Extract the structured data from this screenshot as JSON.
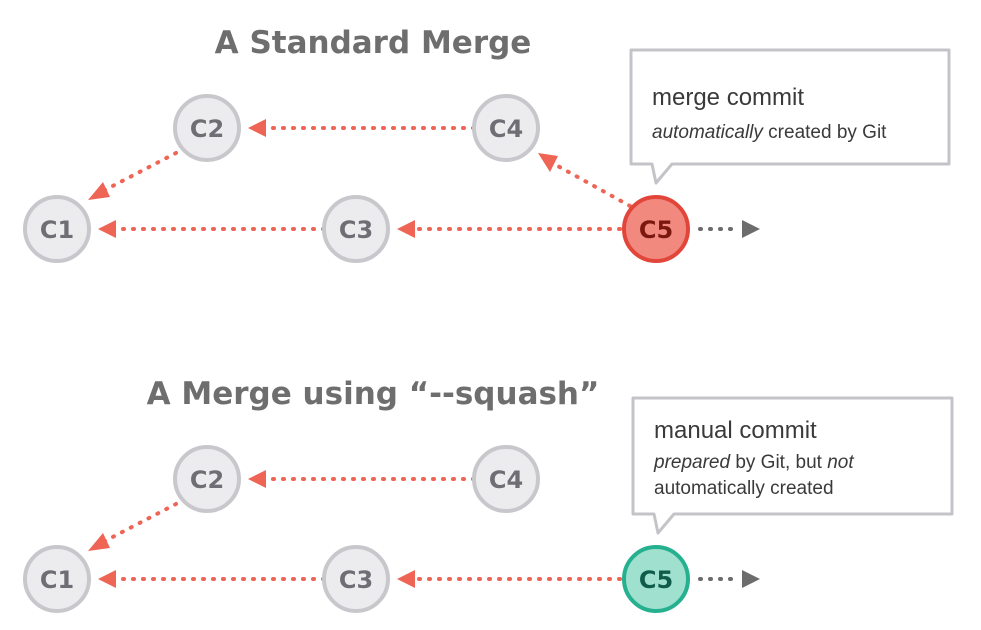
{
  "diagrams": [
    {
      "title": "A Standard Merge",
      "nodes": {
        "c1": "C1",
        "c2": "C2",
        "c3": "C3",
        "c4": "C4",
        "c5": "C5"
      },
      "callout": {
        "main": "merge commit",
        "line2": {
          "em": "automatically",
          "rest": " created by Git"
        }
      }
    },
    {
      "title": "A Merge using “--squash”",
      "nodes": {
        "c1": "C1",
        "c2": "C2",
        "c3": "C3",
        "c4": "C4",
        "c5": "C5"
      },
      "callout": {
        "main": "manual commit",
        "line2": {
          "em": "prepared",
          "rest": " by Git, but ",
          "em2": "not"
        },
        "line3": "automatically created"
      }
    }
  ],
  "colors": {
    "node_fill": "#ececef",
    "node_stroke": "#c8c8cc",
    "node_text": "#6e6e74",
    "arrow": "#ee6455",
    "merge_fill": "#f1897f",
    "merge_stroke": "#e2463a",
    "merge_text": "#7a1810",
    "squash_fill": "#9fe0cf",
    "squash_stroke": "#25b08f",
    "squash_text": "#0f5c4b",
    "continue_arrow": "#6c6c6c",
    "callout_stroke": "#c4c4c8"
  }
}
